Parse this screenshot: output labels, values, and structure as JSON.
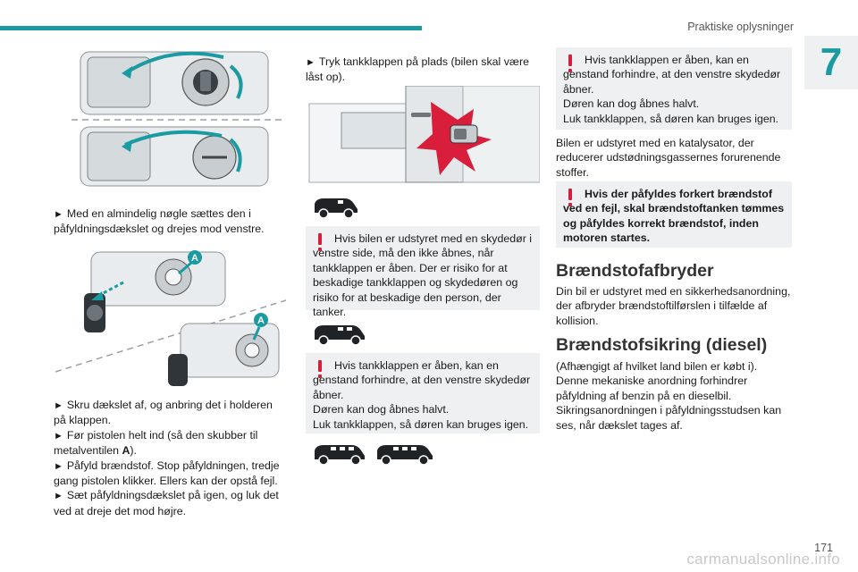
{
  "header": {
    "section_title": "Praktiske oplysninger",
    "chapter_number": "7"
  },
  "col1": {
    "step1": "Med en almindelig nøgle sættes den i påfyldningsdækslet og drejes mod venstre.",
    "callout_a": "A",
    "steps": [
      "Skru dækslet af, og anbring det i holderen på klappen.",
      "Før pistolen helt ind (så den skubber til metalventilen ",
      "Påfyld brændstof. Stop påfyldningen, tredje gang pistolen klikker. Ellers kan der opstå fejl.",
      "Sæt påfyldningsdækslet på igen, og luk det ved at dreje det mod højre."
    ],
    "step2_bold": "A",
    "step2_end": ")."
  },
  "col2": {
    "step_lock": "Tryk tankklappen på plads (bilen skal være låst op).",
    "warning1": {
      "first": "Hvis bilen er udstyret med en skydedør i venstre side, må den ikke åbnes, når tankklappen er åben. Der er risiko for at beskadige tankklappen og skydedøren og risiko for at beskadige den person, der tanker."
    },
    "warning2": {
      "line1": "Hvis tankklappen er åben, kan en genstand forhindre, at den venstre skydedør åbner.",
      "line2": "Døren kan dog åbnes halvt.",
      "line3": "Luk tankklappen, så døren kan bruges igen."
    }
  },
  "col3": {
    "warning_top": {
      "line1": "Hvis tankklappen er åben, kan en genstand forhindre, at den venstre skydedør åbner.",
      "line2": "Døren kan dog åbnes halvt.",
      "line3": "Luk tankklappen, så døren kan bruges igen."
    },
    "catalyst": "Bilen er udstyret med en katalysator, der reducerer udstødningsgassernes forurenende stoffer.",
    "warning_fuel": "Hvis der påfyldes forkert brændstof ved en fejl, skal brændstoftanken tømmes og påfyldes korrekt brændstof, inden motoren startes.",
    "heading1": "Brændstofafbryder",
    "para1": "Din bil er udstyret med en sikkerhedsanordning, der afbryder brændstoftilførslen i tilfælde af kollision.",
    "heading2": "Brændstofsikring (diesel)",
    "para2": "(Afhængigt af hvilket land bilen er købt i). Denne mekaniske anordning forhindrer påfyldning af benzin på en dieselbil. Sikringsanordningen i påfyldningsstudsen kan ses, når dækslet tages af."
  },
  "footer": {
    "page_number": "171",
    "watermark": "carmanualsonline.info"
  }
}
